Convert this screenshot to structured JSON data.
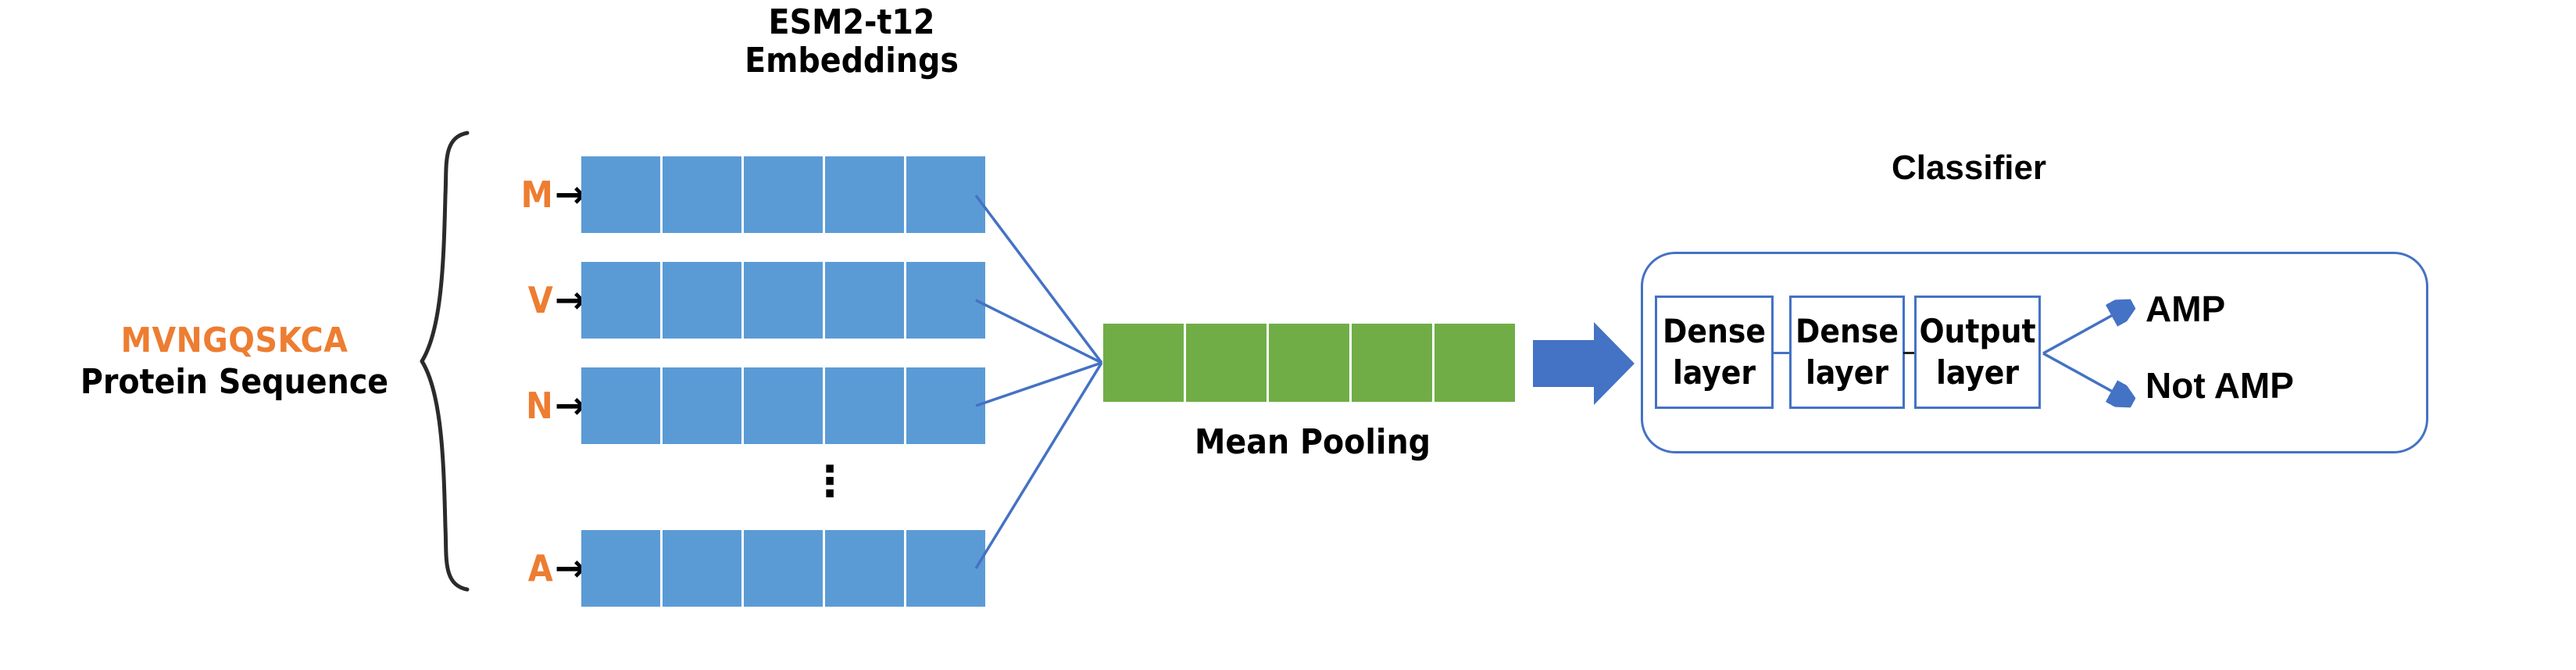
{
  "diagram": {
    "title_embeddings": "ESM2-t12\nEmbeddings",
    "embeddings_title_line1": "ESM2-t12",
    "embeddings_title_line2": "Embeddings",
    "classifier_title": "Classifier",
    "mean_pooling_label": "Mean Pooling",
    "input": {
      "sequence": "MVNGQSKCA",
      "sequence_caption": "Protein Sequence"
    },
    "residues": [
      {
        "letter": "M",
        "arrow": "→"
      },
      {
        "letter": "V",
        "arrow": "→"
      },
      {
        "letter": "N",
        "arrow": "→"
      },
      {
        "letter": "A",
        "arrow": "→"
      }
    ],
    "ellipsis": "⋮",
    "embedding_cells_per_row": 5,
    "embedding_rows": 4,
    "pooling_cells": 5,
    "classifier_layers": [
      {
        "line1": "Dense",
        "line2": "layer"
      },
      {
        "line1": "Dense",
        "line2": "layer"
      },
      {
        "line1": "Output",
        "line2": "layer"
      }
    ],
    "outputs": [
      {
        "label": "AMP"
      },
      {
        "label": "Not AMP"
      }
    ],
    "colors": {
      "embedding_blue": "#5B9BD5",
      "pooling_green": "#70AD47",
      "accent_blue": "#4472C4",
      "sequence_orange": "#ED7D31",
      "text_black": "#000000",
      "background": "#FFFFFF"
    }
  }
}
